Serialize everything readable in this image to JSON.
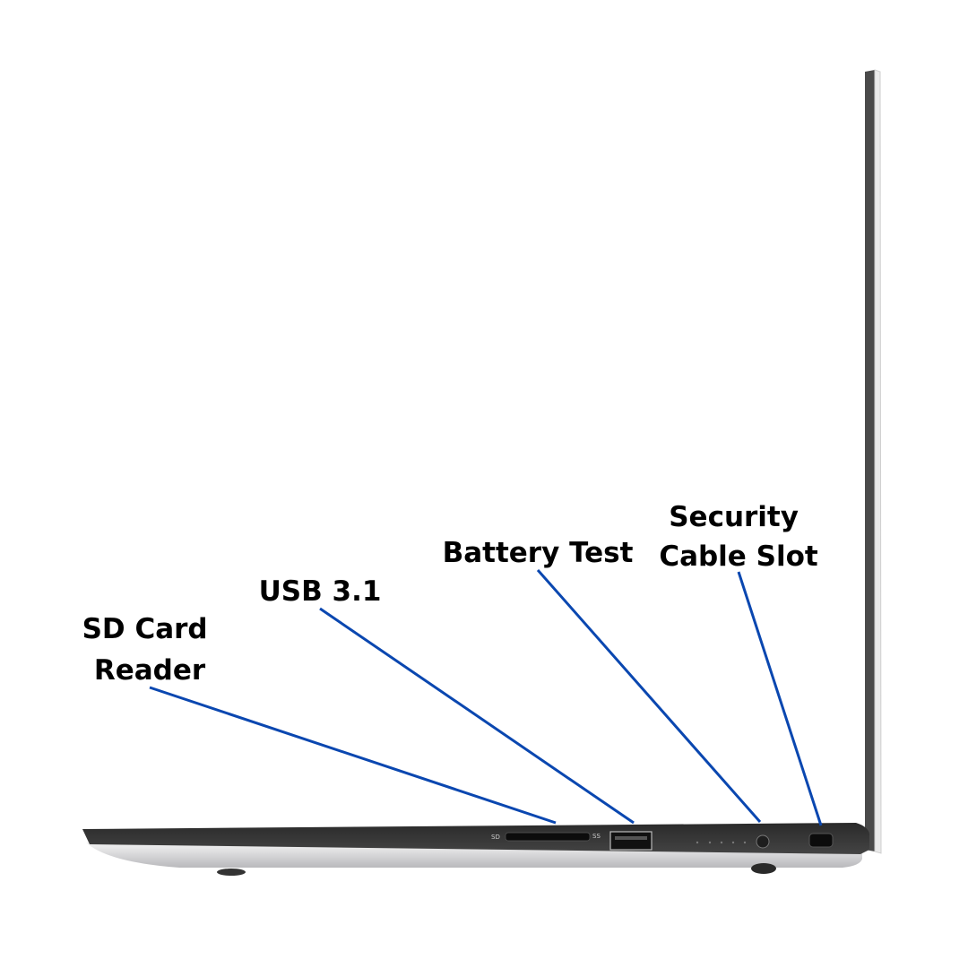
{
  "line_color": "#0a47b0",
  "labels": {
    "sd_card_reader": [
      "SD Card",
      "Reader"
    ],
    "usb": [
      "USB 3.1"
    ],
    "battery_test": [
      "Battery Test"
    ],
    "security_slot": [
      "Security",
      "Cable Slot"
    ]
  },
  "markings": {
    "sd": "SD",
    "usb": "SS"
  }
}
